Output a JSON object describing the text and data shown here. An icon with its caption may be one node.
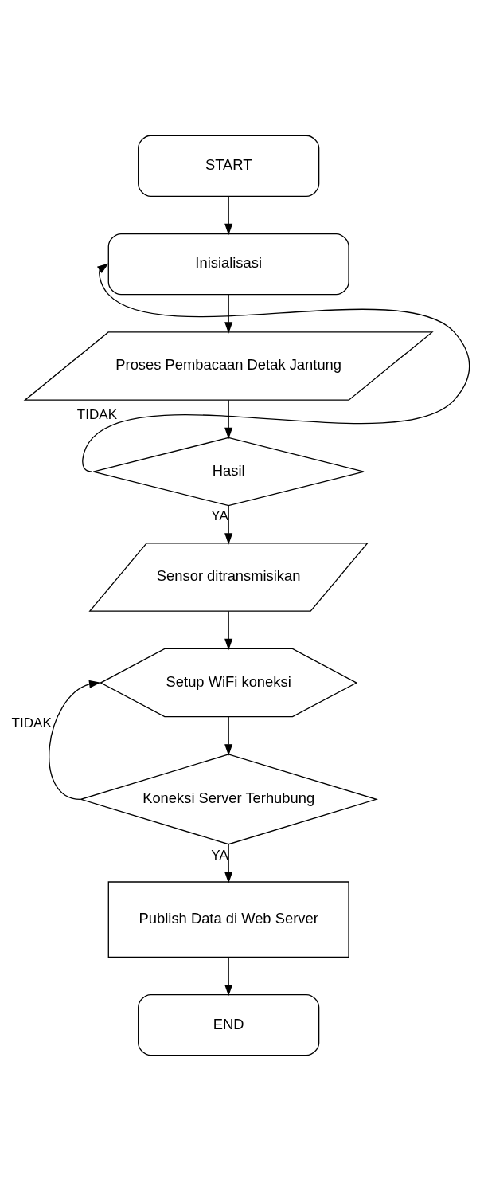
{
  "diagram": {
    "nodes": [
      {
        "text": [
          "START"
        ]
      },
      {
        "text": [
          "Inisialisasi"
        ]
      },
      {
        "text": [
          "Proses Pembacaan Detak Jantung"
        ]
      },
      {
        "text": [
          "Hasil"
        ]
      },
      {
        "text": [
          "Sensor ditransmisikan"
        ]
      },
      {
        "text": [
          "Setup WiFi koneksi"
        ]
      },
      {
        "text": [
          "Koneksi Server Terhubung"
        ]
      },
      {
        "text": [
          "Publish Data di Web Server"
        ]
      },
      {
        "text": [
          "END"
        ]
      }
    ],
    "edges": [
      {
        "from": 0,
        "to": 1,
        "arrow": "to"
      },
      {
        "from": 1,
        "to": 2,
        "arrow": "to"
      },
      {
        "from": 2,
        "to": 3,
        "arrow": "to"
      },
      {
        "from": 3,
        "to": 1,
        "arrow": "to",
        "label": "TIDAK"
      },
      {
        "from": 3,
        "to": 4,
        "arrow": "to",
        "label": "YA"
      },
      {
        "from": 4,
        "to": 5,
        "arrow": "to"
      },
      {
        "from": 5,
        "to": 6,
        "arrow": "to"
      },
      {
        "from": 6,
        "to": 5,
        "arrow": "to",
        "label": "TIDAK"
      },
      {
        "from": 6,
        "to": 7,
        "arrow": "to",
        "label": "YA"
      },
      {
        "from": 7,
        "to": 8,
        "arrow": "to"
      }
    ]
  }
}
